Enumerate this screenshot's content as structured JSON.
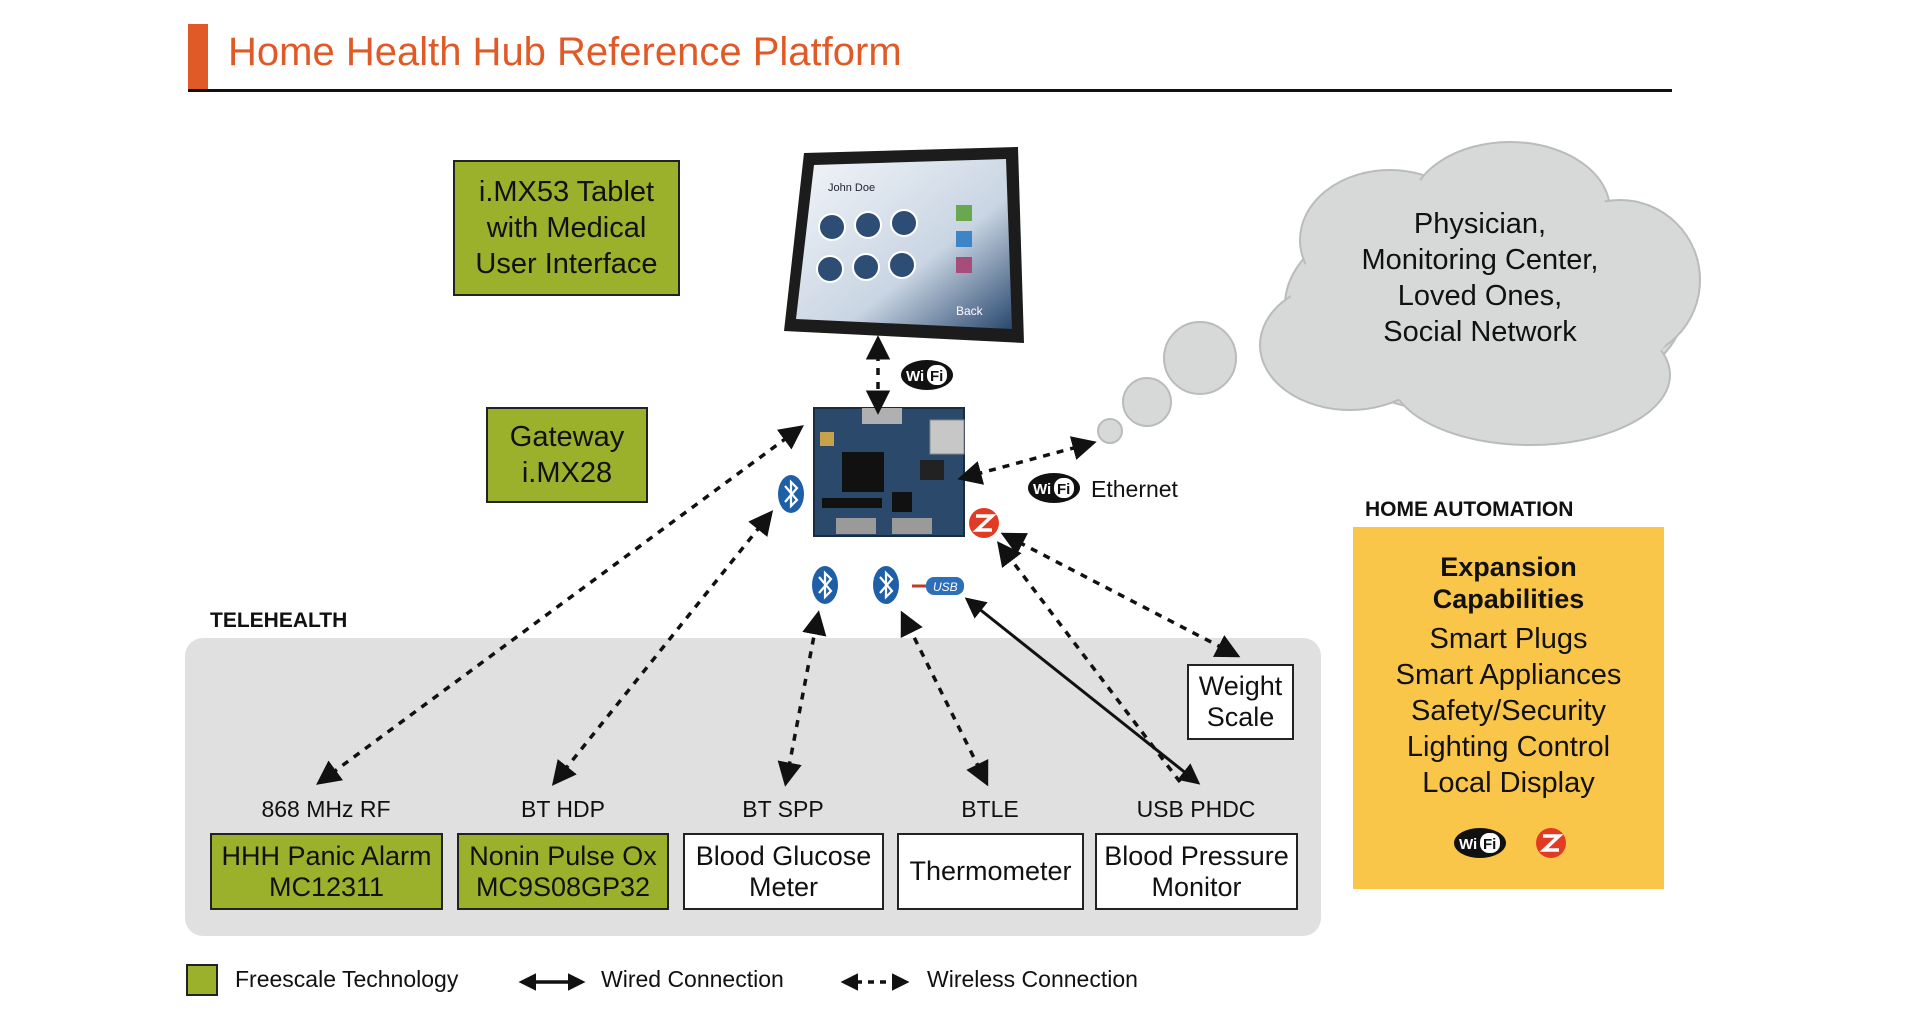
{
  "title": "Home Health Hub Reference Platform",
  "tablet": {
    "label_lines": [
      "i.MX53 Tablet",
      "with Medical",
      "User Interface"
    ],
    "screen_user": "John Doe",
    "screen_back": "Back"
  },
  "gateway": {
    "label_lines": [
      "Gateway",
      "i.MX28"
    ]
  },
  "cloud": {
    "lines": [
      "Physician,",
      "Monitoring Center,",
      "Loved Ones,",
      "Social Network"
    ]
  },
  "ethernet_label": "Ethernet",
  "badges": {
    "wifi_left": "Wi",
    "wifi_right": "Fi",
    "usb": "USB"
  },
  "telehealth": {
    "heading": "TELEHEALTH",
    "devices": [
      {
        "protocol": "868 MHz RF",
        "name_lines": [
          "HHH Panic Alarm",
          "MC12311"
        ],
        "freescale": true
      },
      {
        "protocol": "BT HDP",
        "name_lines": [
          "Nonin Pulse Ox",
          "MC9S08GP32"
        ],
        "freescale": true
      },
      {
        "protocol": "BT SPP",
        "name_lines": [
          "Blood Glucose",
          "Meter"
        ],
        "freescale": false
      },
      {
        "protocol": "BTLE",
        "name_lines": [
          "Thermometer"
        ],
        "freescale": false
      },
      {
        "protocol": "USB PHDC",
        "name_lines": [
          "Blood Pressure",
          "Monitor"
        ],
        "freescale": false
      }
    ],
    "weight_scale_lines": [
      "Weight",
      "Scale"
    ]
  },
  "home_automation": {
    "heading": "HOME AUTOMATION",
    "box_heading_lines": [
      "Expansion",
      "Capabilities"
    ],
    "items": [
      "Smart Plugs",
      "Smart Appliances",
      "Safety/Security",
      "Lighting Control",
      "Local Display"
    ]
  },
  "legend": {
    "freescale": "Freescale Technology",
    "wired": "Wired Connection",
    "wireless": "Wireless Connection"
  },
  "colors": {
    "accent_orange": "#e05a27",
    "freescale_green": "#9bb02b",
    "home_automation_yellow": "#f9c64a",
    "panel_gray": "#e0e0e0",
    "cloud_gray": "#d6d9d7"
  },
  "icons": [
    "wifi-icon",
    "bluetooth-icon",
    "zigbee-icon",
    "usb-icon"
  ]
}
